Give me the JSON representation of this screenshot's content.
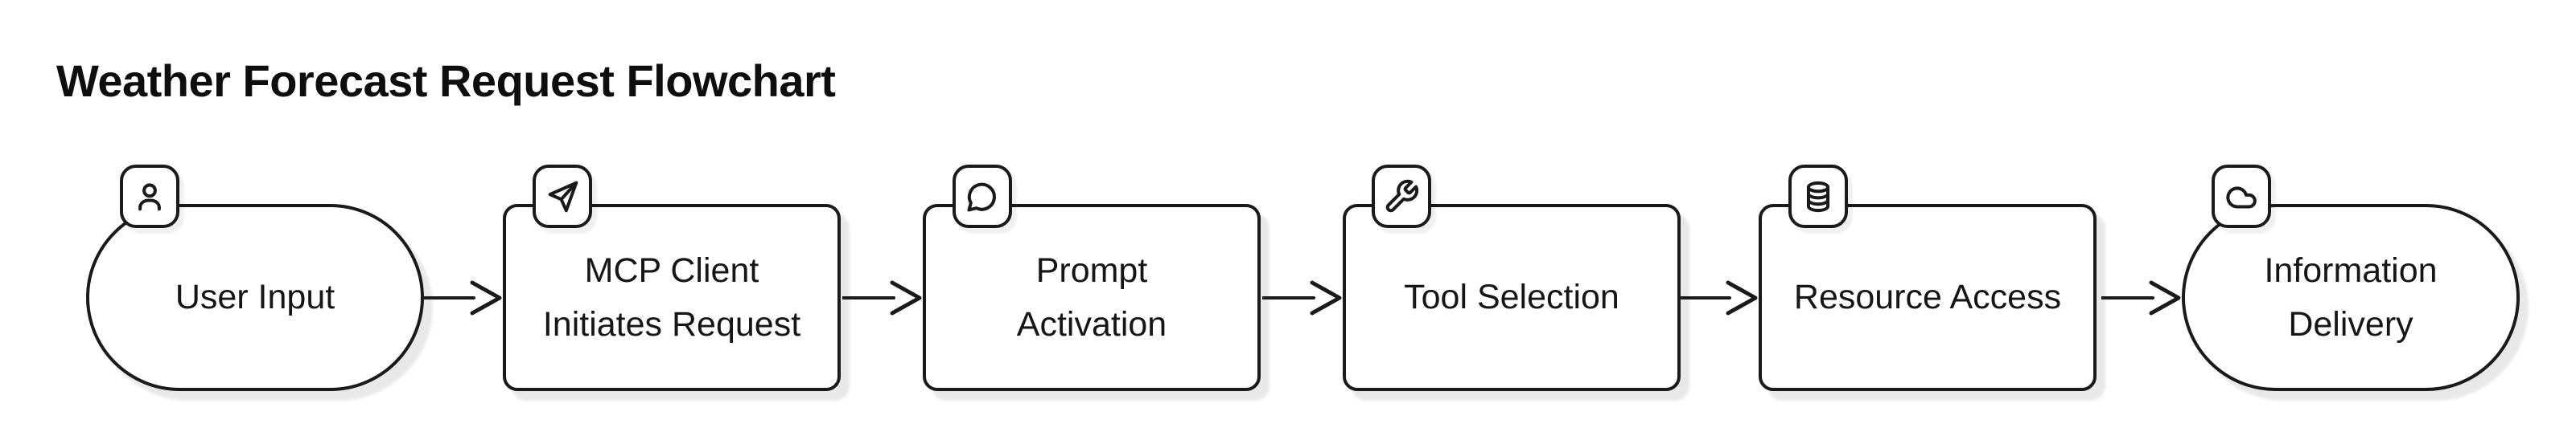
{
  "title": "Weather Forecast Request Flowchart",
  "colors": {
    "background": "#ffffff",
    "node_fill": "#ffffff",
    "node_border": "#1a1a1a",
    "text": "#161616",
    "shadow": "#e8e8e8"
  },
  "nodes": [
    {
      "id": "user-input",
      "label": "User Input",
      "shape": "stadium",
      "icon": "user-icon"
    },
    {
      "id": "mcp-client",
      "label": "MCP Client\nInitiates Request",
      "shape": "rounded-rect",
      "icon": "send-icon"
    },
    {
      "id": "prompt-activation",
      "label": "Prompt\nActivation",
      "shape": "rounded-rect",
      "icon": "speech-bubble-icon"
    },
    {
      "id": "tool-selection",
      "label": "Tool Selection",
      "shape": "rounded-rect",
      "icon": "wrench-icon"
    },
    {
      "id": "resource-access",
      "label": "Resource Access",
      "shape": "rounded-rect",
      "icon": "database-icon"
    },
    {
      "id": "information-delivery",
      "label": "Information\nDelivery",
      "shape": "stadium",
      "icon": "cloud-icon"
    }
  ],
  "edges": [
    {
      "from": "user-input",
      "to": "mcp-client"
    },
    {
      "from": "mcp-client",
      "to": "prompt-activation"
    },
    {
      "from": "prompt-activation",
      "to": "tool-selection"
    },
    {
      "from": "tool-selection",
      "to": "resource-access"
    },
    {
      "from": "resource-access",
      "to": "information-delivery"
    }
  ]
}
